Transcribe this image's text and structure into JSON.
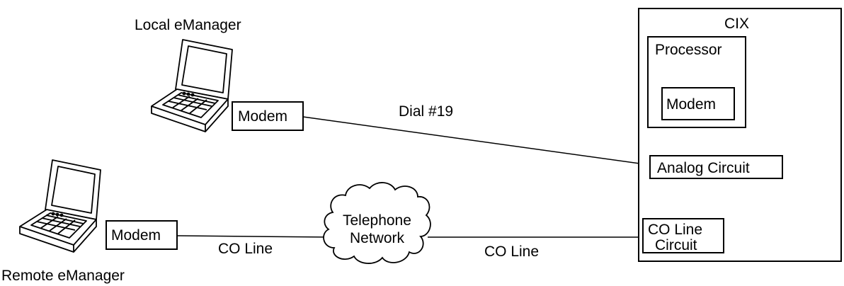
{
  "labels": {
    "local_emanager": "Local eManager",
    "remote_emanager": "Remote eManager",
    "cix": "CIX",
    "processor": "Processor",
    "modem_internal": "Modem",
    "modem_local": "Modem",
    "modem_remote": "Modem",
    "dial": "Dial #19",
    "analog_circuit": "Analog Circuit",
    "co_line_circuit_line1": "CO Line",
    "co_line_circuit_line2": "Circuit",
    "telephone_line1": "Telephone",
    "telephone_line2": "Network",
    "co_line_left": "CO Line",
    "co_line_right": "CO Line"
  },
  "icons": {
    "local_computer": "laptop-icon",
    "remote_computer": "laptop-icon",
    "network": "cloud-icon",
    "cross_connect": "x-mark-icon"
  }
}
